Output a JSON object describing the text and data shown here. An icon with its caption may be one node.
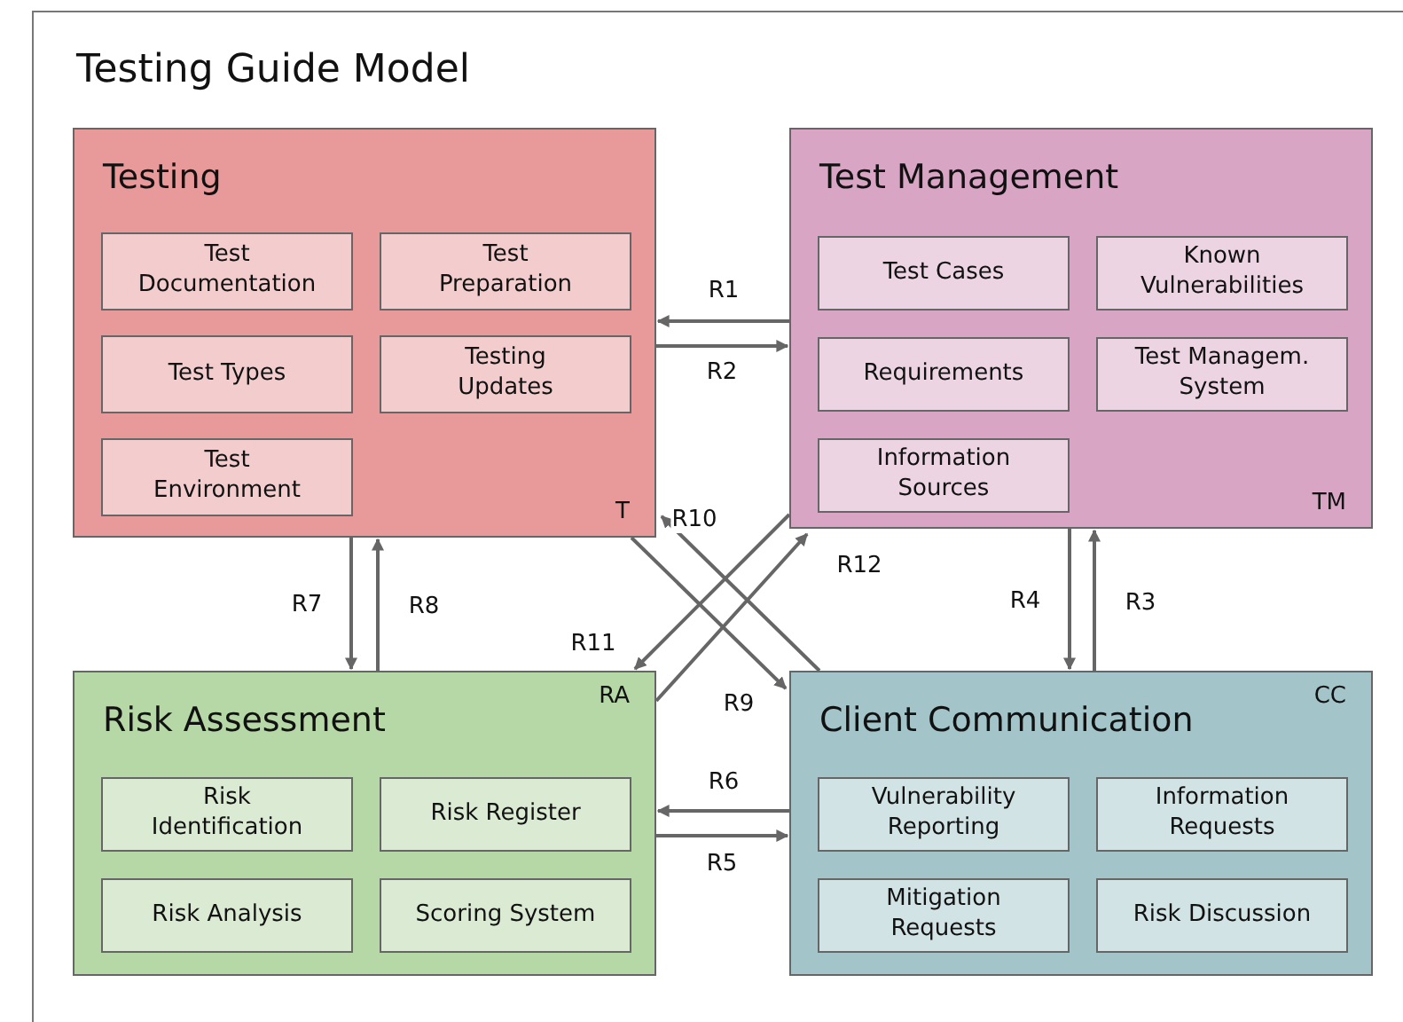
{
  "diagram": {
    "title": "Testing Guide Model",
    "nodes": [
      {
        "text": [
          "Testing",
          "T"
        ]
      },
      {
        "text": [
          "Test Documentation"
        ],
        "in": 0
      },
      {
        "text": [
          "Test Preparation"
        ],
        "in": 0
      },
      {
        "text": [
          "Test Types"
        ],
        "in": 0
      },
      {
        "text": [
          "Testing Updates"
        ],
        "in": 0
      },
      {
        "text": [
          "Test Environment"
        ],
        "in": 0
      },
      {
        "text": [
          "Test Management",
          "TM"
        ]
      },
      {
        "text": [
          "Test Cases"
        ],
        "in": 6
      },
      {
        "text": [
          "Known Vulnerabilities"
        ],
        "in": 6
      },
      {
        "text": [
          "Requirements"
        ],
        "in": 6
      },
      {
        "text": [
          "Test Managem. System"
        ],
        "in": 6
      },
      {
        "text": [
          "Information Sources"
        ],
        "in": 6
      },
      {
        "text": [
          "Risk Assessment",
          "RA"
        ]
      },
      {
        "text": [
          "Risk Identification"
        ],
        "in": 12
      },
      {
        "text": [
          "Risk Register"
        ],
        "in": 12
      },
      {
        "text": [
          "Risk Analysis"
        ],
        "in": 12
      },
      {
        "text": [
          "Scoring System"
        ],
        "in": 12
      },
      {
        "text": [
          "Client Communication",
          "CC"
        ]
      },
      {
        "text": [
          "Vulnerability Reporting"
        ],
        "in": 17
      },
      {
        "text": [
          "Information Requests"
        ],
        "in": 17
      },
      {
        "text": [
          "Mitigation Requests"
        ],
        "in": 17
      },
      {
        "text": [
          "Risk Discussion"
        ],
        "in": 17
      }
    ],
    "edges": [
      {
        "from": 6,
        "to": 0,
        "arrow": "to",
        "label": "R1"
      },
      {
        "from": 0,
        "to": 6,
        "arrow": "to",
        "label": "R2"
      },
      {
        "from": 0,
        "to": 12,
        "arrow": "to",
        "label": "R7"
      },
      {
        "from": 12,
        "to": 0,
        "arrow": "to",
        "label": "R8"
      },
      {
        "from": 6,
        "to": 17,
        "arrow": "to",
        "label": "R4"
      },
      {
        "from": 17,
        "to": 6,
        "arrow": "to",
        "label": "R3"
      },
      {
        "from": 17,
        "to": 12,
        "arrow": "to",
        "label": "R6"
      },
      {
        "from": 12,
        "to": 17,
        "arrow": "to",
        "label": "R5"
      },
      {
        "from": 17,
        "to": 0,
        "arrow": "to",
        "label": "R10"
      },
      {
        "from": 0,
        "to": 17,
        "arrow": "to",
        "label": "R9"
      },
      {
        "from": 6,
        "to": 12,
        "arrow": "to",
        "label": "R11"
      },
      {
        "from": 12,
        "to": 6,
        "arrow": "to",
        "label": "R12"
      }
    ]
  }
}
